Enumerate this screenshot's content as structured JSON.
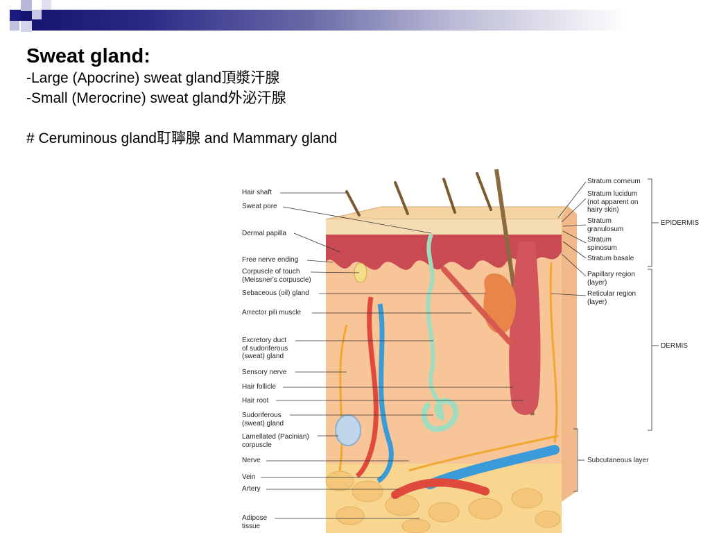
{
  "slide": {
    "title": "Sweat gland:",
    "lines": [
      "-Large (Apocrine) sweat gland頂漿汗腺",
      "-Small (Merocrine) sweat gland外泌汗腺",
      "# Ceruminous gland耵聹腺 and Mammary gland"
    ]
  },
  "figure": {
    "left_labels": [
      "Hair shaft",
      "Sweat pore",
      "Dermal papilla",
      "Free nerve ending",
      "Corpuscle of touch\n(Meissner's corpuscle)",
      "Sebaceous (oil) gland",
      "Arrector pili muscle",
      "Excretory duct\nof sudoriferous\n(sweat) gland",
      "Sensory nerve",
      "Hair follicle",
      "Hair root",
      "Sudoriferous\n(sweat) gland",
      "Lamellated (Pacinian)\ncorpuscle",
      "Nerve",
      "Vein",
      "Artery",
      "Adipose\ntissue"
    ],
    "right_labels": [
      "Stratum corneum",
      "Stratum lucidum\n(not apparent on\nhairy skin)",
      "Stratum\ngranulosum",
      "Stratum\nspinosum",
      "Stratum basale",
      "Papillary region\n(layer)",
      "Reticular region\n(layer)"
    ],
    "region_labels": [
      "EPIDERMIS",
      "DERMIS",
      "Subcutaneous layer"
    ]
  },
  "colors": {
    "header_dark": "#141470",
    "square_dark": "#1a1a80",
    "square_light": "#b0b0d8",
    "skin_dermis": "#f7c597",
    "epidermis_surface": "#f4d3a3",
    "papillae": "#c94a52",
    "artery": "#e04a3c",
    "vein": "#3b9ad8",
    "sweat_gland": "#9fdcc0",
    "nerve": "#f0a830",
    "adipose": "#f8d690"
  }
}
